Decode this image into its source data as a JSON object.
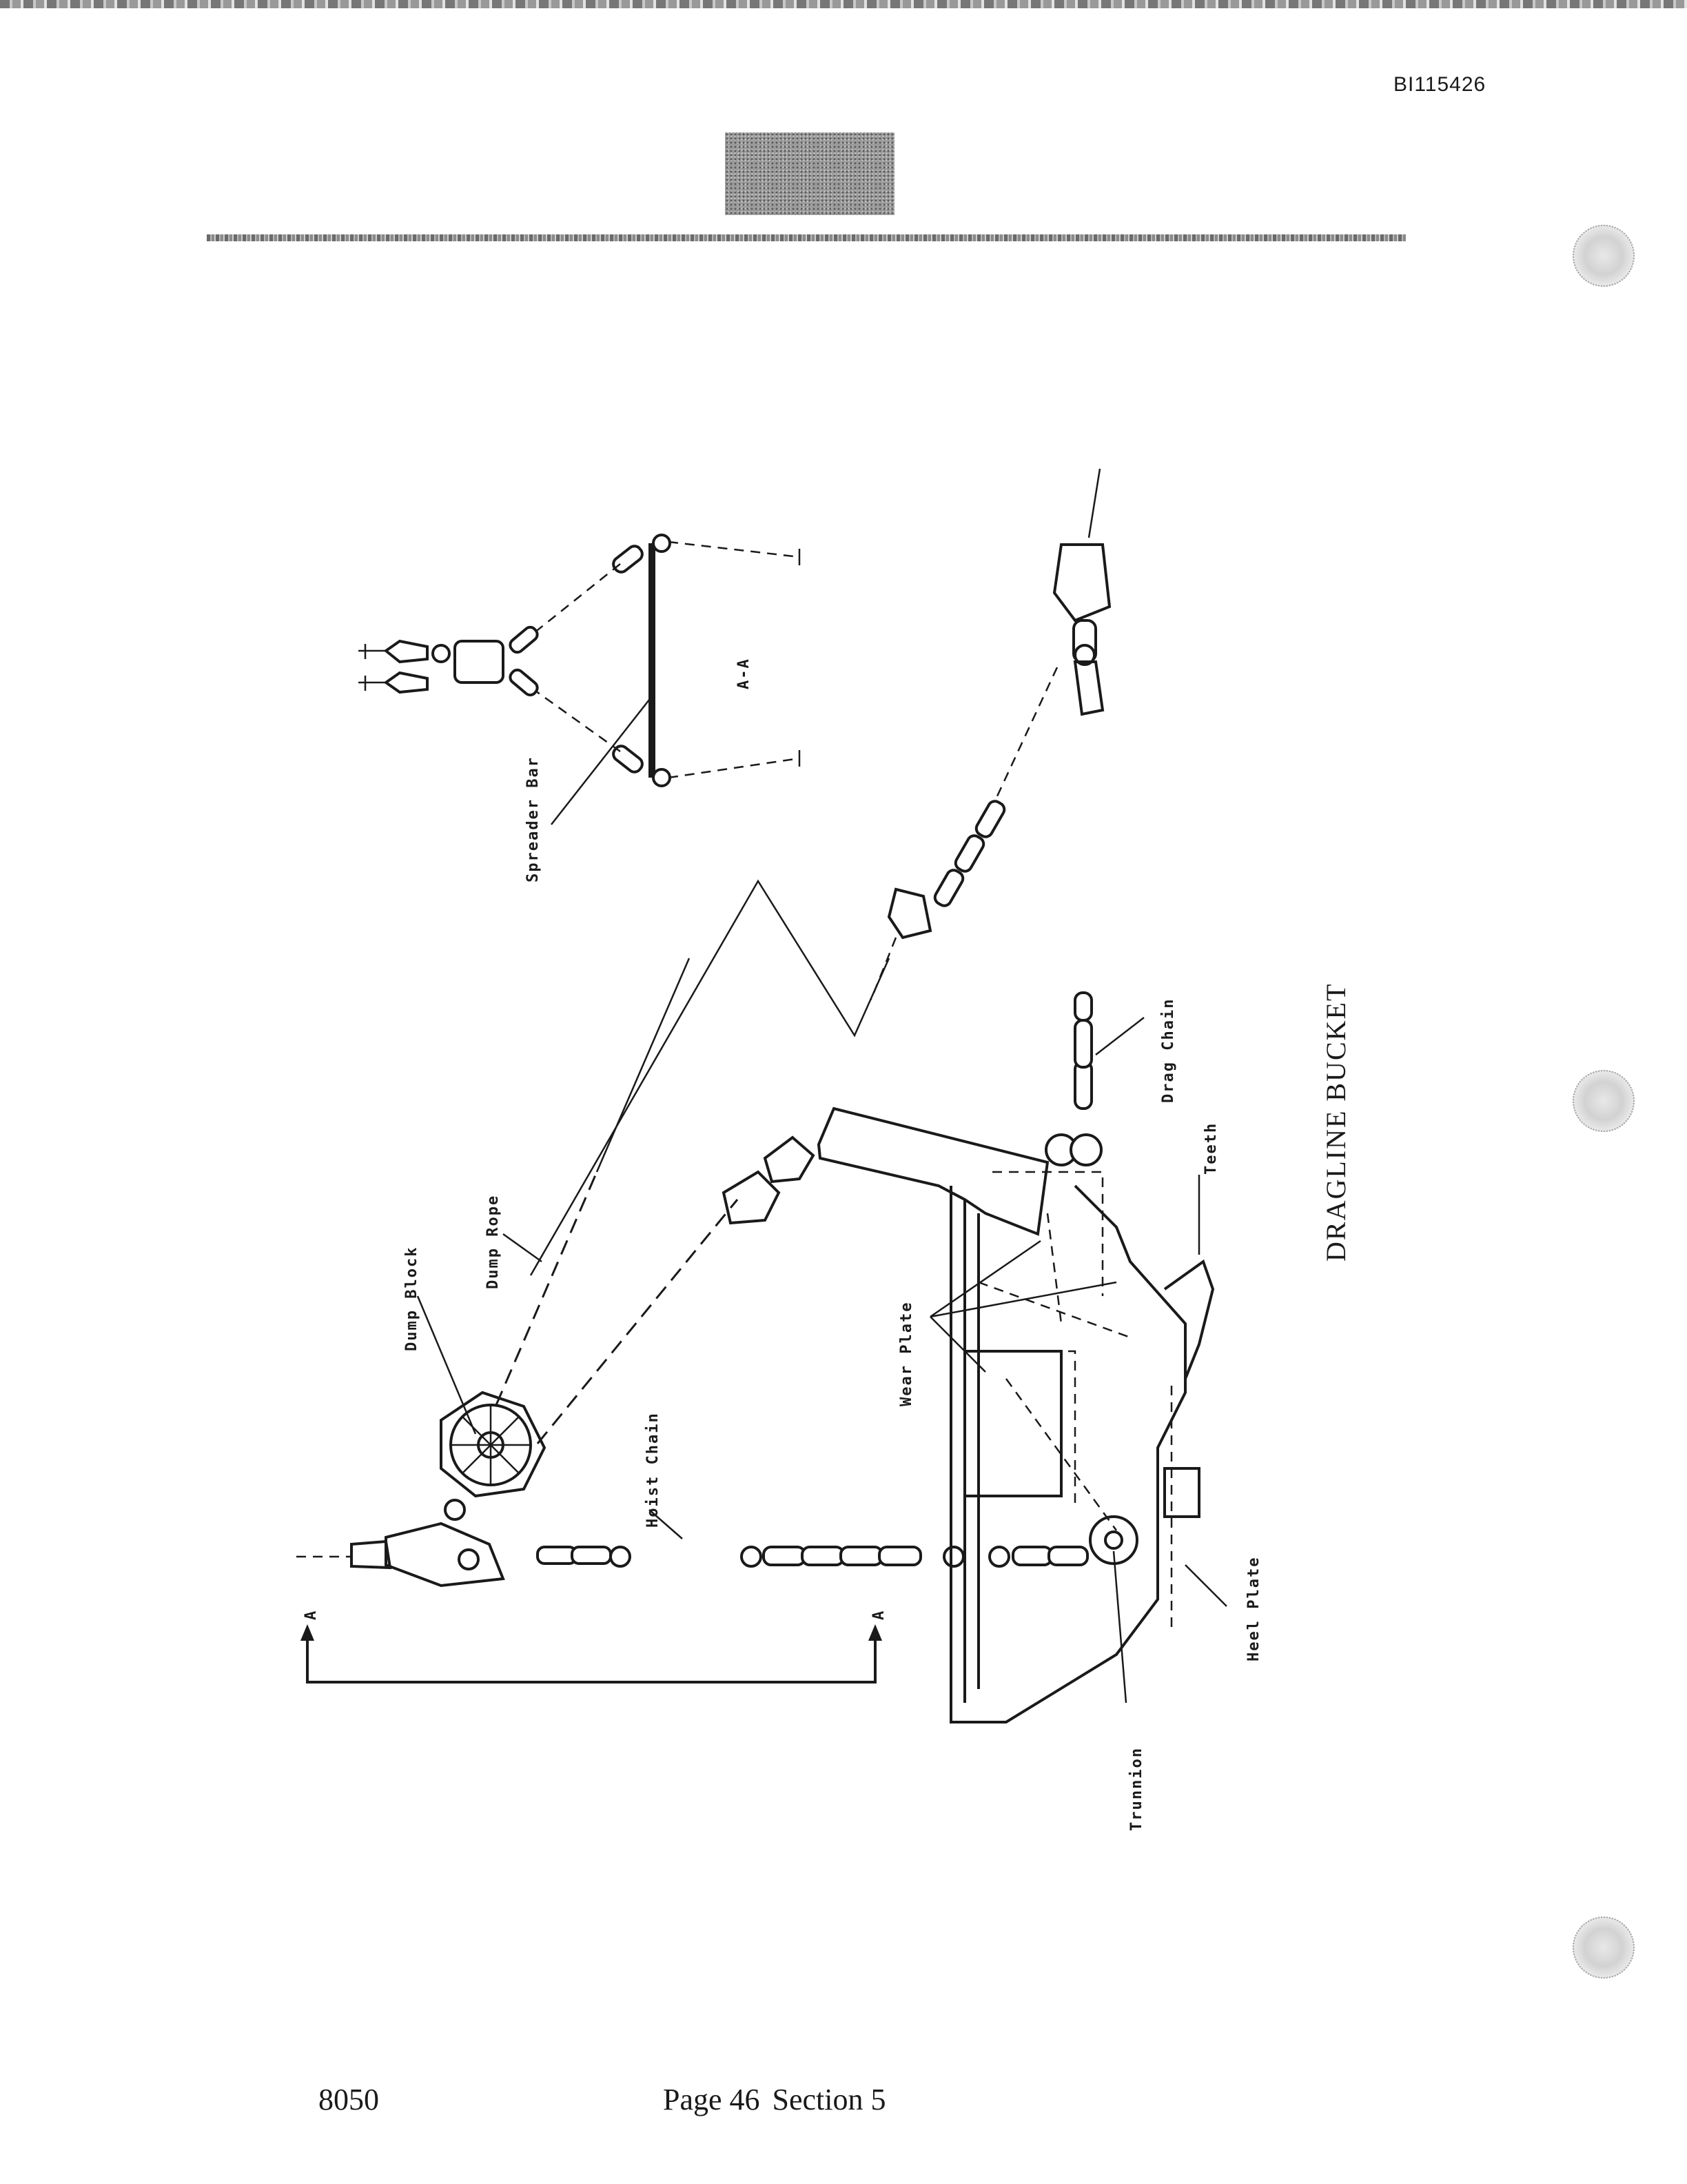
{
  "header": {
    "doc_id": "BI115426"
  },
  "diagram": {
    "title": "DRAGLINE BUCKET",
    "labels": {
      "spreader_bar": "Spreader Bar",
      "section_view": "A-A",
      "dump_block": "Dump Block",
      "dump_rope": "Dump Rope",
      "wear_plate": "Wear Plate",
      "hoist_chain": "Hoist Chain",
      "drag_chain": "Drag Chain",
      "teeth": "Teeth",
      "heel_plate": "Heel Plate",
      "trunnion": "Trunnion",
      "section_mark_left": "A",
      "section_mark_right": "A"
    }
  },
  "footer": {
    "code": "8050",
    "page": "Page 46",
    "section": "Section 5"
  }
}
